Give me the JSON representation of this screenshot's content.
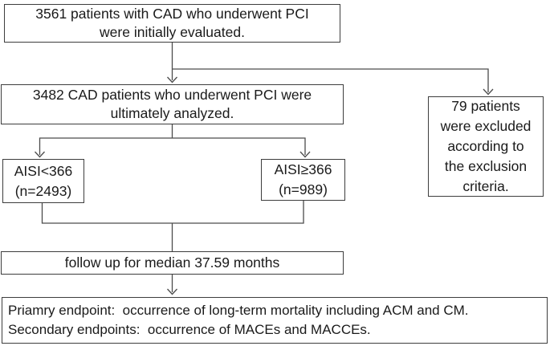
{
  "flowchart": {
    "initial": {
      "line1": "3561 patients with CAD who underwent PCI",
      "line2": "were initially evaluated."
    },
    "analyzed": {
      "line1": "3482 CAD patients who underwent PCI were",
      "line2": "ultimately analyzed."
    },
    "excluded": {
      "line1": "79 patients",
      "line2": "were excluded",
      "line3": "according to",
      "line4": "the exclusion",
      "line5": "criteria."
    },
    "aisi_low": {
      "line1": "AISI<366",
      "line2": "(n=2493)"
    },
    "aisi_high": {
      "line1": "AISI≥366",
      "line2": "(n=989)"
    },
    "followup": {
      "line1": "follow up for median 37.59 months"
    },
    "endpoints": {
      "line1": "Priamry endpoint:  occurrence of long-term mortality including ACM and CM.",
      "line2": "Secondary endpoints:  occurrence of MACEs and MACCEs."
    }
  },
  "colors": {
    "background": "#ffffff",
    "box_border": "#3d3d3d",
    "connector_line": "#4c4c4c",
    "text": "#1a1a1a"
  }
}
